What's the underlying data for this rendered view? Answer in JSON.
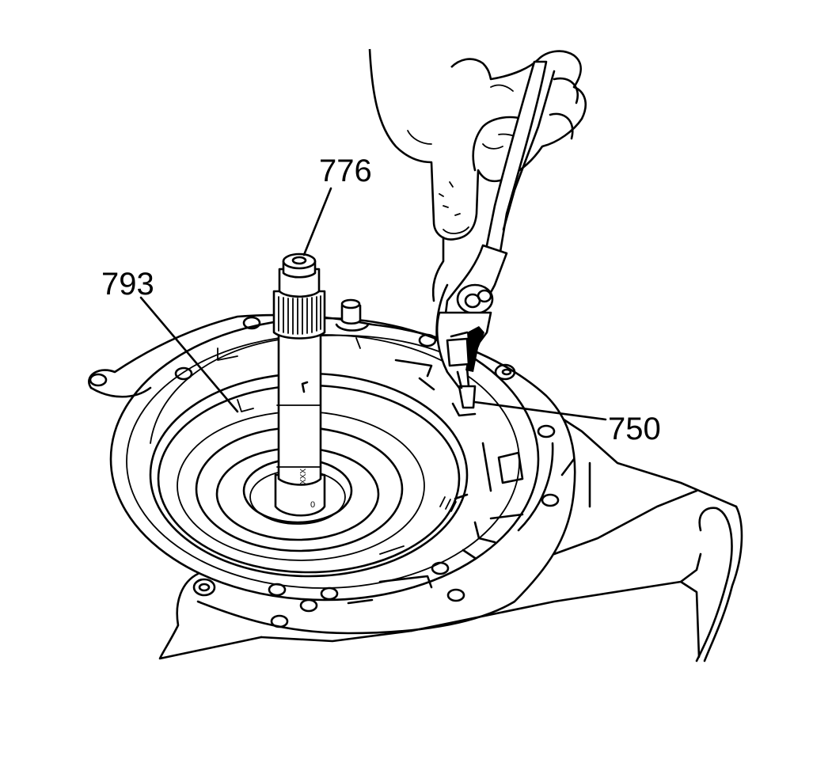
{
  "callouts": {
    "shaft": "776",
    "support": "793",
    "ring": "750"
  },
  "shaft_markings": [
    "XXX",
    "0"
  ]
}
